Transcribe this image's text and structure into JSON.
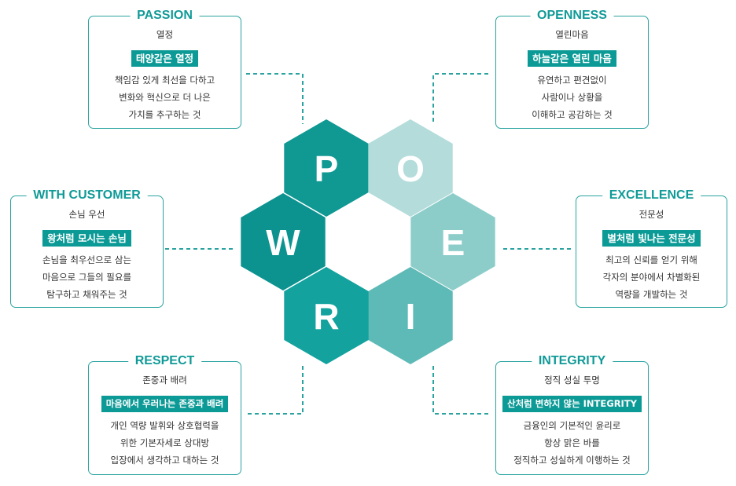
{
  "colors": {
    "accent": "#0c9a96",
    "border": "#2aa3a0",
    "title": "#109a97",
    "hex_p": "#109893",
    "hex_o": "#b3dcda",
    "hex_e": "#8ccdca",
    "hex_i": "#5ebab6",
    "hex_r": "#13a29e",
    "hex_w": "#0c9390"
  },
  "hexagons": [
    {
      "letter": "P"
    },
    {
      "letter": "O"
    },
    {
      "letter": "E"
    },
    {
      "letter": "I"
    },
    {
      "letter": "R"
    },
    {
      "letter": "W"
    }
  ],
  "cards": {
    "passion": {
      "title": "PASSION",
      "subtitle": "열정",
      "tag": "태양같은 열정",
      "lines": [
        "책임감 있게 최선을 다하고",
        "변화와 혁신으로 더 나은",
        "가치를 추구하는 것"
      ]
    },
    "openness": {
      "title": "OPENNESS",
      "subtitle": "열린마음",
      "tag": "하늘같은 열린 마음",
      "lines": [
        "유연하고 편견없이",
        "사람이나 상황을",
        "이해하고 공감하는 것"
      ]
    },
    "with_customer": {
      "title": "WITH CUSTOMER",
      "subtitle": "손님 우선",
      "tag": "왕처럼 모시는 손님",
      "lines": [
        "손님을 최우선으로 삼는",
        "마음으로 그들의 필요를",
        "탐구하고 채워주는 것"
      ]
    },
    "excellence": {
      "title": "EXCELLENCE",
      "subtitle": "전문성",
      "tag": "별처럼 빛나는 전문성",
      "lines": [
        "최고의 신뢰를 얻기 위해",
        "각자의 분야에서 차별화된",
        "역량을 개발하는 것"
      ]
    },
    "respect": {
      "title": "RESPECT",
      "subtitle": "존중과 배려",
      "tag": "마음에서 우러나는 존중과 배려",
      "lines": [
        "개인 역량 발휘와 상호협력을",
        "위한 기본자세로 상대방",
        "입장에서 생각하고 대하는 것"
      ]
    },
    "integrity": {
      "title": "INTEGRITY",
      "subtitle": "정직 성실 투명",
      "tag": "산처럼 변하지 않는 INTEGRITY",
      "lines": [
        "금융인의 기본적인 윤리로",
        "항상 맑은 바를",
        "정직하고 성실하게 이행하는 것"
      ]
    }
  }
}
